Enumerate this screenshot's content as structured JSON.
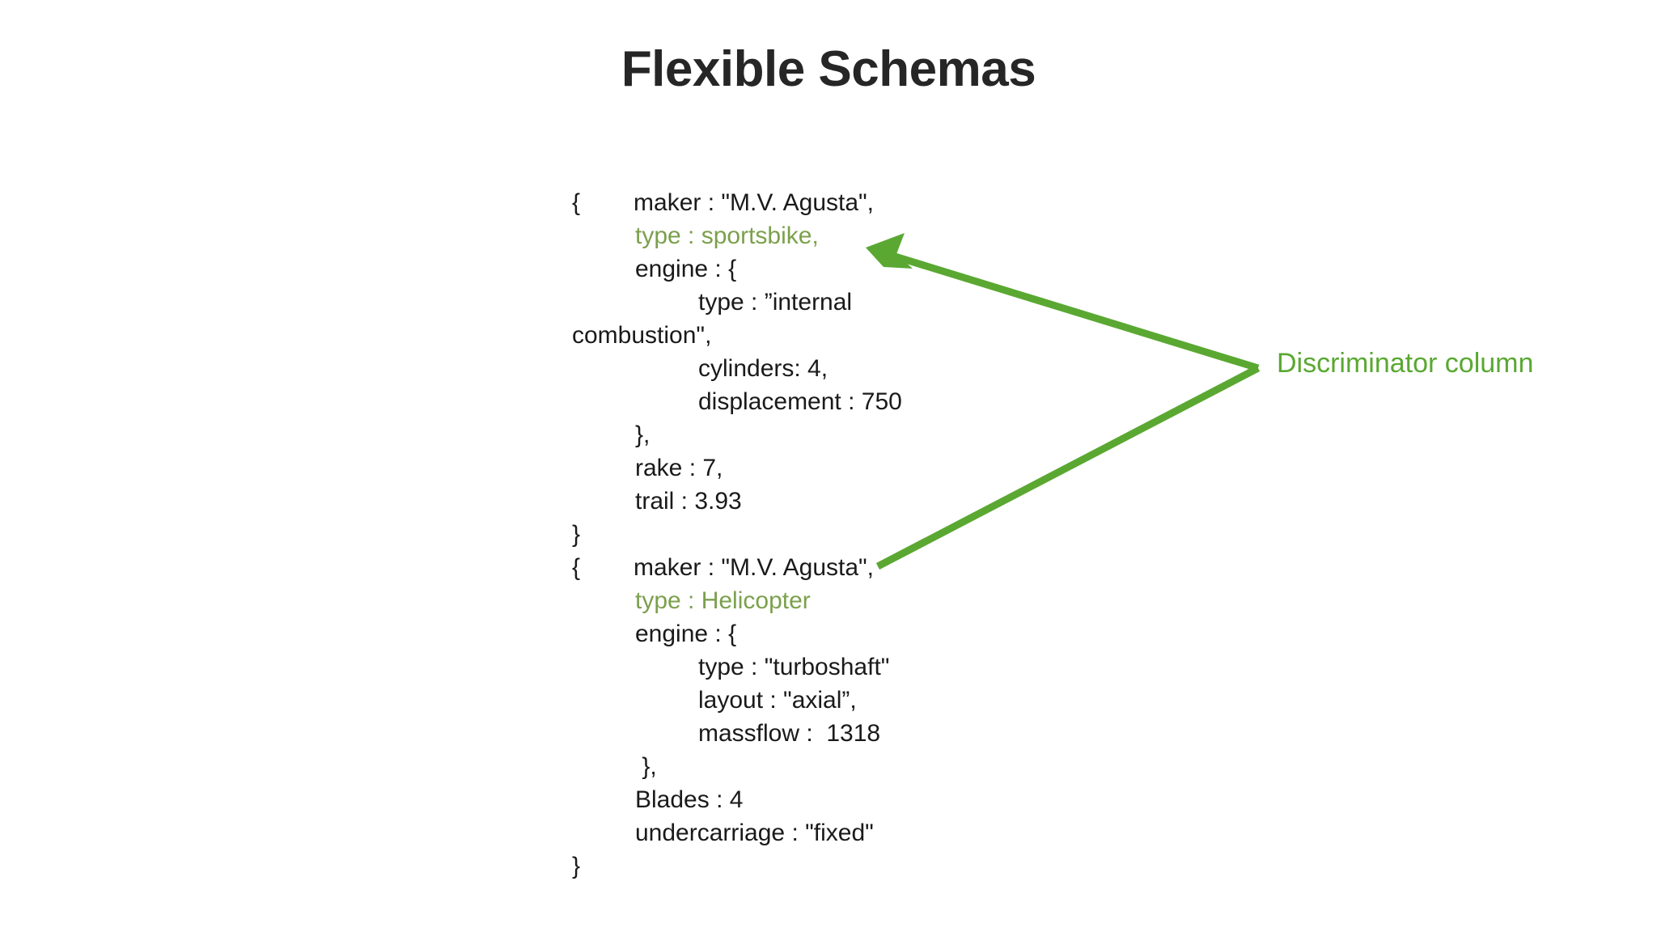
{
  "slide": {
    "title": "Flexible Schemas",
    "background_color": "#ffffff",
    "text_color": "#1a1a1a",
    "title_color": "#262626"
  },
  "code": {
    "language": "json-like",
    "lines": [
      {
        "text": "{\tmaker : \"M.V. Agusta\",",
        "green": false
      },
      {
        "text": "\ttype : sportsbike,",
        "green": true
      },
      {
        "text": "\tengine : {",
        "green": false
      },
      {
        "text": "\t\ttype : ”internal",
        "green": false
      },
      {
        "text": "combustion\",",
        "green": false
      },
      {
        "text": "\t\tcylinders: 4,",
        "green": false
      },
      {
        "text": "\t\tdisplacement : 750",
        "green": false
      },
      {
        "text": "\t},",
        "green": false
      },
      {
        "text": "\trake : 7,",
        "green": false
      },
      {
        "text": "\ttrail : 3.93",
        "green": false
      },
      {
        "text": "}",
        "green": false
      },
      {
        "text": "{\tmaker : \"M.V. Agusta\",",
        "green": false
      },
      {
        "text": "\ttype : Helicopter",
        "green": true
      },
      {
        "text": "\tengine : {",
        "green": false
      },
      {
        "text": "\t\ttype : \"turboshaft\"",
        "green": false
      },
      {
        "text": "\t\tlayout : \"axial”,",
        "green": false
      },
      {
        "text": "\t\tmassflow :  1318",
        "green": false
      },
      {
        "text": "\t },",
        "green": false
      },
      {
        "text": "\tBlades : 4",
        "green": false
      },
      {
        "text": "\tundercarriage : \"fixed\"",
        "green": false
      },
      {
        "text": "}",
        "green": false
      }
    ]
  },
  "annotation": {
    "label": "Discriminator column",
    "arrow_color": "#5aa832",
    "label_color": "#5aa832",
    "green_text_color": "#7ba04c",
    "points_to": [
      "type : sportsbike",
      "type : Helicopter"
    ]
  }
}
